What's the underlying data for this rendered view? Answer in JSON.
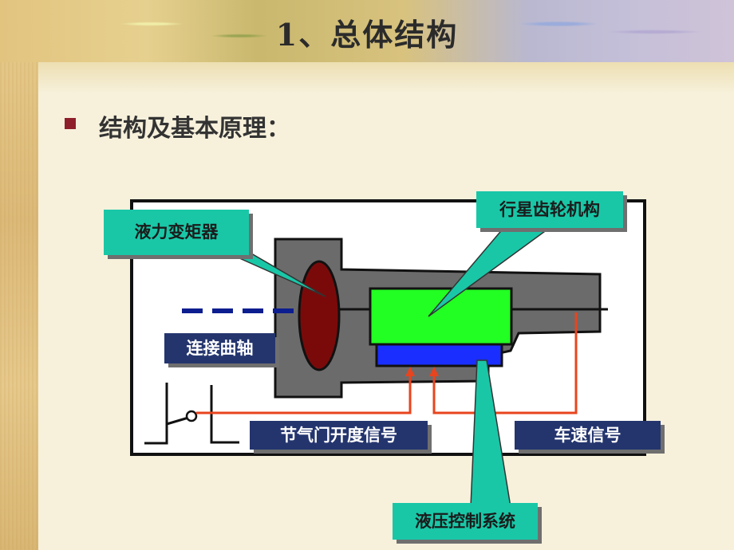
{
  "slide": {
    "title": "1、总体结构",
    "bullet": "结构及基本原理："
  },
  "diagram": {
    "callouts": {
      "torque_converter": "液力变矩器",
      "planetary_gear": "行星齿轮机构",
      "hydraulic_control": "液压控制系统"
    },
    "labels": {
      "crankshaft": "连接曲轴",
      "throttle_signal": "节气门开度信号",
      "speed_signal": "车速信号"
    },
    "colors": {
      "housing": "#6b6b6b",
      "torque_converter": "#7a0a0a",
      "planetary_gear": "#22ff22",
      "control_block": "#1a2fff",
      "signal_line": "#e8441e",
      "callout": "#19c7a7",
      "label_box": "#24356e",
      "bullet": "#8e1f2a"
    }
  }
}
